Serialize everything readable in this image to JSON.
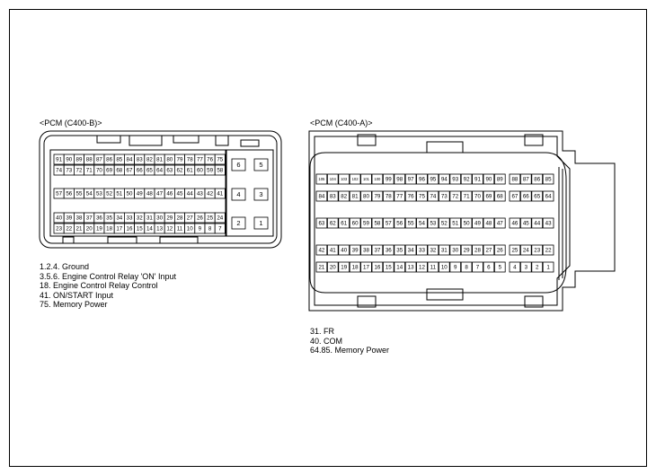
{
  "connector_b": {
    "title": "<PCM (C400-B)>",
    "main_rows": [
      [
        "91",
        "90",
        "89",
        "88",
        "87",
        "86",
        "85",
        "84",
        "83",
        "82",
        "81",
        "80",
        "79",
        "78",
        "77",
        "76",
        "75"
      ],
      [
        "74",
        "73",
        "72",
        "71",
        "70",
        "69",
        "68",
        "67",
        "66",
        "65",
        "64",
        "63",
        "62",
        "61",
        "60",
        "59",
        "58"
      ],
      [
        "57",
        "56",
        "55",
        "54",
        "53",
        "52",
        "51",
        "50",
        "49",
        "48",
        "47",
        "46",
        "45",
        "44",
        "43",
        "42",
        "41"
      ],
      [
        "40",
        "39",
        "38",
        "37",
        "36",
        "35",
        "34",
        "33",
        "32",
        "31",
        "30",
        "29",
        "28",
        "27",
        "26",
        "25",
        "24"
      ],
      [
        "23",
        "22",
        "21",
        "20",
        "19",
        "18",
        "17",
        "16",
        "15",
        "14",
        "13",
        "12",
        "11",
        "10",
        "9",
        "8",
        "7"
      ]
    ],
    "side_pins": [
      [
        "6",
        "5"
      ],
      [
        "4",
        "3"
      ],
      [
        "2",
        "1"
      ]
    ],
    "legend": [
      "1.2.4. Ground",
      "3.5.6. Engine Control Relay 'ON' Input",
      "18. Engine Control Relay Control",
      "41. ON/START Input",
      "75. Memory Power"
    ]
  },
  "connector_a": {
    "title": "<PCM (C400-A)>",
    "rows": [
      [
        [
          "105",
          "104",
          "103",
          "102",
          "101",
          "100",
          "99",
          "98",
          "97",
          "96",
          "95",
          "94",
          "93",
          "92",
          "91",
          "90",
          "89"
        ],
        [
          "88",
          "87",
          "86",
          "85"
        ]
      ],
      [
        [
          "84",
          "83",
          "82",
          "81",
          "80",
          "79",
          "78",
          "77",
          "76",
          "75",
          "74",
          "73",
          "72",
          "71",
          "70",
          "69",
          "68"
        ],
        [
          "67",
          "66",
          "65",
          "64"
        ]
      ],
      [
        [
          "63",
          "62",
          "61",
          "60",
          "59",
          "58",
          "57",
          "56",
          "55",
          "54",
          "53",
          "52",
          "51",
          "50",
          "49",
          "48",
          "47"
        ],
        [
          "46",
          "45",
          "44",
          "43"
        ]
      ],
      [
        [
          "42",
          "41",
          "40",
          "39",
          "38",
          "37",
          "36",
          "35",
          "34",
          "33",
          "32",
          "31",
          "30",
          "29",
          "28",
          "27",
          "26"
        ],
        [
          "25",
          "24",
          "23",
          "22"
        ]
      ],
      [
        [
          "21",
          "20",
          "19",
          "18",
          "17",
          "16",
          "15",
          "14",
          "13",
          "12",
          "11",
          "10",
          "9",
          "8",
          "7",
          "6",
          "5"
        ],
        [
          "4",
          "3",
          "2",
          "1"
        ]
      ]
    ],
    "legend": [
      "31. FR",
      "40. COM",
      "64.85. Memory Power"
    ]
  }
}
